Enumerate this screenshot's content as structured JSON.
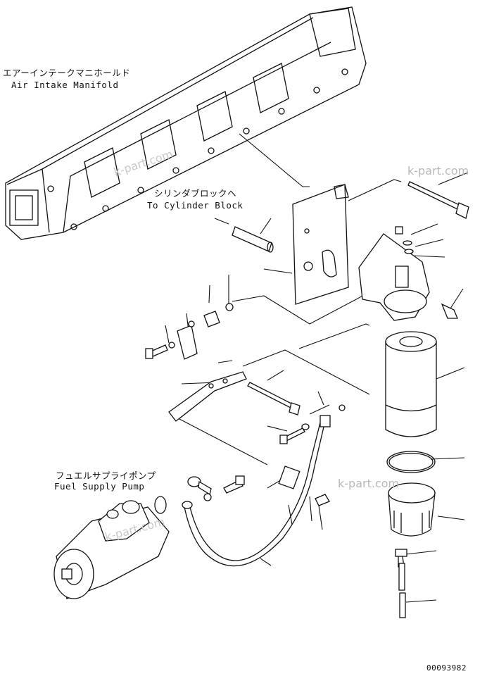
{
  "labels": {
    "manifold_jp": "エアーインテークマニホールド",
    "manifold_en": "Air Intake Manifold",
    "cylinder_jp": "シリンダブロックへ",
    "cylinder_en": "To Cylinder Block",
    "pump_jp": "フュエルサプライポンプ",
    "pump_en": "Fuel Supply Pump"
  },
  "watermarks": [
    "k-part.com",
    "k-part.com",
    "k-part.com",
    "k-part.com"
  ],
  "drawing_number": "00093982"
}
